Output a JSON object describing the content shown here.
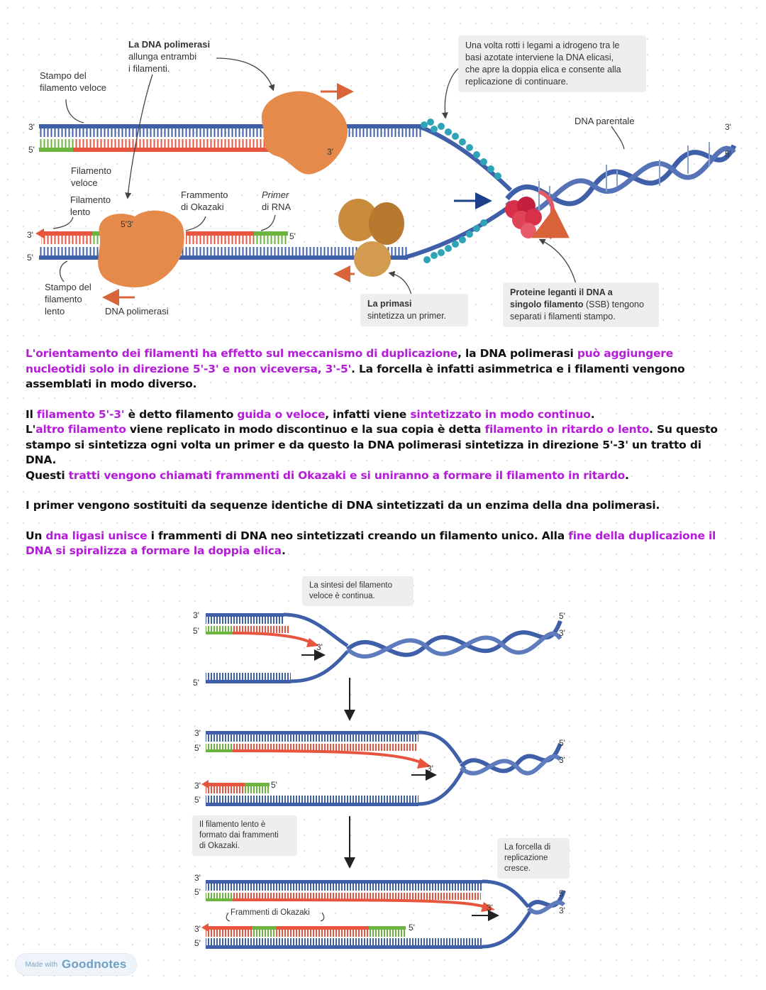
{
  "top_diagram": {
    "label_pol1_l1": "La DNA polimerasi",
    "label_pol1_l2": "allunga entrambi",
    "label_pol1_l3": "i filamenti.",
    "label_stampo_veloce_l1": "Stampo del",
    "label_stampo_veloce_l2": "filamento veloce",
    "label_elicasi_l1": "Una volta rotti i legami a idrogeno tra le",
    "label_elicasi_l2": "basi azotate interviene la DNA elicasi,",
    "label_elicasi_l3": "che apre la doppia elica e consente alla",
    "label_elicasi_l4": "replicazione di continuare.",
    "label_parentale": "DNA parentale",
    "label_fil_veloce_l1": "Filamento",
    "label_fil_veloce_l2": "veloce",
    "label_fil_lento_l1": "Filamento",
    "label_fil_lento_l2": "lento",
    "label_okazaki_l1": "Frammento",
    "label_okazaki_l2": "di Okazaki",
    "label_primer_l1": "Primer",
    "label_primer_l2": "di RNA",
    "label_stampo_lento_l1": "Stampo del",
    "label_stampo_lento_l2": "filamento",
    "label_stampo_lento_l3": "lento",
    "label_pol2": "DNA polimerasi",
    "label_primasi_l1": "La primasi",
    "label_primasi_l2": "sintetizza un primer.",
    "label_ssb_l1": "Proteine leganti il DNA a",
    "label_ssb_l2": "singolo filamento (SSB) tengono",
    "label_ssb_l3": "separati i filamenti stampo.",
    "end_3": "3'",
    "end_5": "5'",
    "end_53": "5'3'"
  },
  "notes": {
    "p1_a": "L'orientamento dei filamenti ha effetto sul meccanismo di duplicazione",
    "p1_b": ", la DNA polimerasi ",
    "p1_c": "può aggiungere nucleotidi solo in direzione 5'-3' e non viceversa, 3'-5'",
    "p1_d": ". La forcella è infatti asimmetrica e i filamenti vengono assemblati in modo diverso.",
    "p2_a": "Il ",
    "p2_b": "filamento 5'-3'",
    "p2_c": " è detto filamento ",
    "p2_d": "guida o veloce",
    "p2_e": ", infatti viene ",
    "p2_f": "sintetizzato in modo continuo",
    "p2_g": ".",
    "p2_h": "L'",
    "p2_i": "altro filamento",
    "p2_j": " viene replicato in modo discontinuo e la sua copia è detta ",
    "p2_k": "filamento in ritardo o lento",
    "p2_l": ". Su questo stampo si sintetizza ogni volta un primer e da questo la DNA polimerasi sintetizza in direzione 5'-3' un tratto di DNA.",
    "p2_m": "Questi ",
    "p2_n": "tratti vengono chiamati frammenti di Okazaki e si uniranno a formare il filamento in ritardo",
    "p2_o": ".",
    "p3": "I primer vengono sostituiti da sequenze identiche di DNA sintetizzati da un enzima della dna polimerasi.",
    "p4_a": "Un ",
    "p4_b": "dna ligasi unisce",
    "p4_c": " i frammenti di DNA neo sintetizzati creando un filamento unico. Alla ",
    "p4_d": "fine della duplicazione il DNA si spiralizza a formare la doppia elica",
    "p4_e": "."
  },
  "bottom_diagram": {
    "callout_veloce_l1": "La sintesi del filamento",
    "callout_veloce_l2": "veloce è continua.",
    "callout_lento_l1": "Il filamento lento è",
    "callout_lento_l2": "formato dai frammenti",
    "callout_lento_l3": "di Okazaki.",
    "callout_forcella_l1": "La forcella di",
    "callout_forcella_l2": "replicazione",
    "callout_forcella_l3": "cresce.",
    "label_frammenti": "Frammenti di Okazaki"
  },
  "footer": {
    "made_with": "Made with",
    "brand": "Goodnotes"
  },
  "colors": {
    "template_blue": "#3f5fa8",
    "new_red": "#e8553e",
    "primer_green": "#6cb33f",
    "enzyme_orange": "#e58a4a",
    "primase_brown": "#c98b3c",
    "ssb_teal": "#2fa4b8",
    "helicase_red": "#d9304a",
    "highlight_purple": "#b51bd9"
  }
}
